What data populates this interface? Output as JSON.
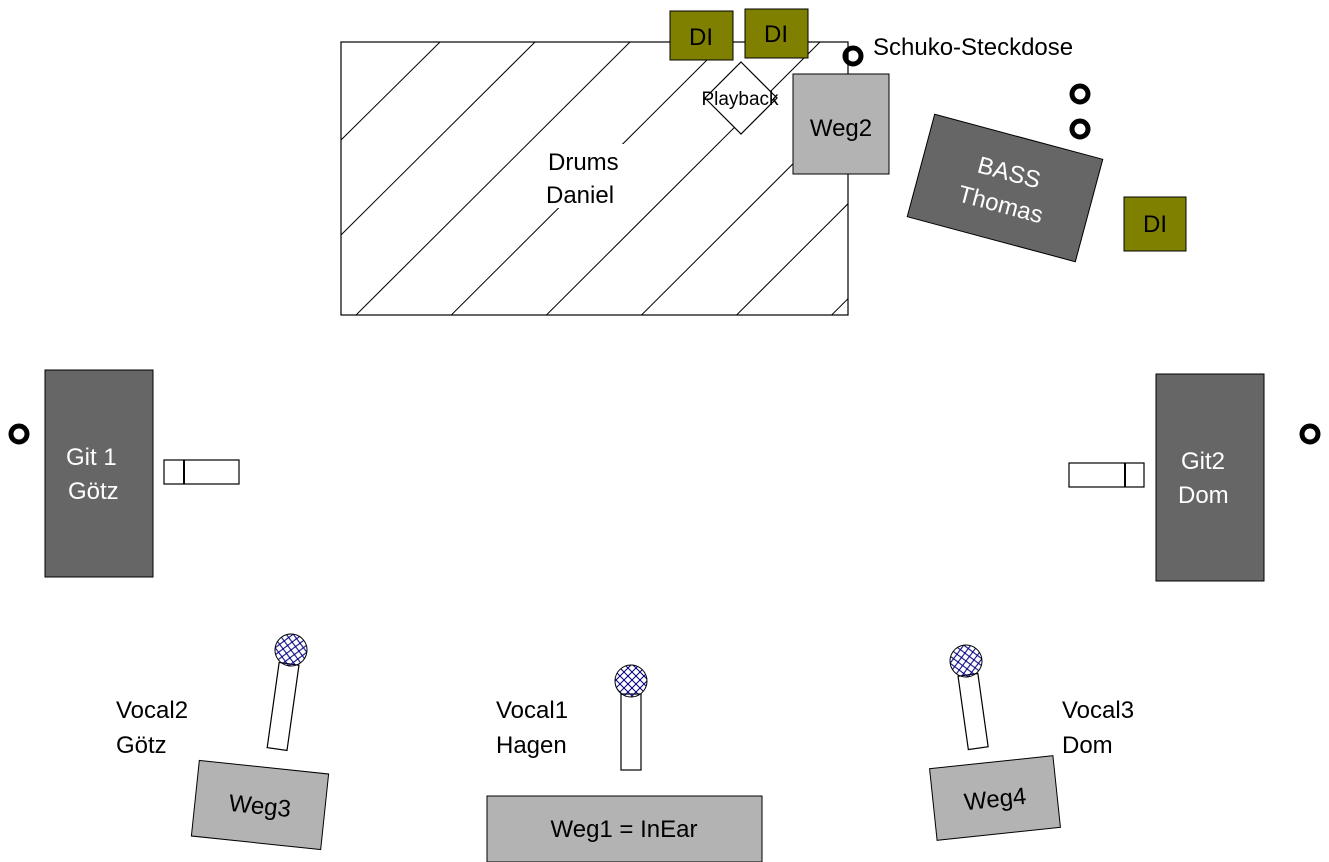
{
  "drums": {
    "line1": "Drums",
    "line2": "Daniel"
  },
  "di_labels": [
    "DI",
    "DI",
    "DI"
  ],
  "playback": "Playback",
  "socket_label": "Schuko-Steckdose",
  "bass": {
    "line1": "BASS",
    "line2": "Thomas"
  },
  "git1": {
    "line1": "Git 1",
    "line2": "Götz"
  },
  "git2": {
    "line1": "Git2",
    "line2": "Dom"
  },
  "vocal1": {
    "line1": "Vocal1",
    "line2": "Hagen"
  },
  "vocal2": {
    "line1": "Vocal2",
    "line2": "Götz"
  },
  "vocal3": {
    "line1": "Vocal3",
    "line2": "Dom"
  },
  "monitors": {
    "weg1": "Weg1 = InEar",
    "weg2": "Weg2",
    "weg3": "Weg3",
    "weg4": "Weg4"
  },
  "colors": {
    "amp": "#666666",
    "monitor": "#b3b3b3",
    "di_box": "#808000",
    "mic_head": "#000080",
    "outline": "#000000"
  }
}
